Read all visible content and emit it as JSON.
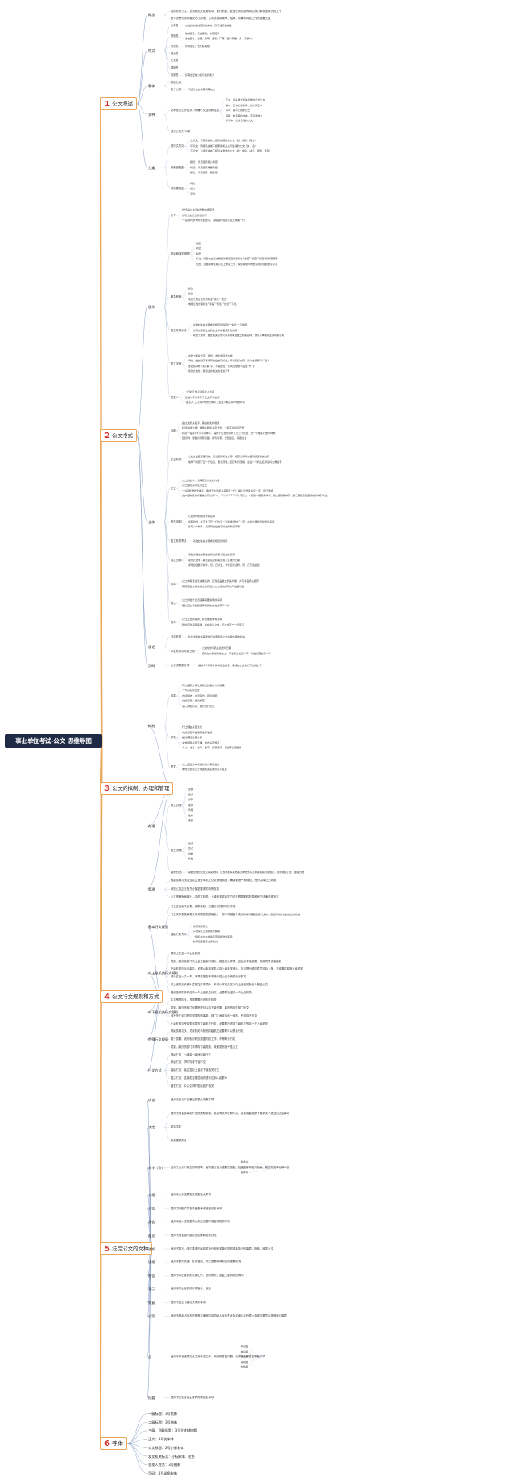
{
  "root_title": "事业单位考试-公文 思维导图",
  "branches": [
    {
      "number": "1",
      "label": "公文概述",
      "items": [
        {
          "label": "概念",
          "children": [
            {
              "text": "党政机关公文，是党政机关实施领导、履行职能、处理公务的具有特定效力和规范体式的文书"
            },
            {
              "text": "是传达贯彻党和国家方针政策，公布法规和规章，指导、布置和商洽工作的重要工具"
            }
          ]
        },
        {
          "label": "特点",
          "children": [
            {
              "text": "公务性",
              "children": [
                "公文是依法制定和发布的，具有法定权威性"
              ]
            },
            {
              "text": "规范性",
              "children": [
                "格式规范；行文规则；办理程序",
                "语言要求：准确、简明、庄重、严谨（语义明确，无一词多义）"
              ]
            },
            {
              "text": "时效性",
              "children": [
                "时间性强；效力有期限"
              ]
            },
            {
              "text": "政治性"
            },
            {
              "text": "工具性"
            },
            {
              "text": "强制性"
            },
            {
              "text": "权威性",
              "children": [
                "具有法定效力和行政约束力"
              ]
            }
          ]
        },
        {
          "label": "载体",
          "children": [
            {
              "text": "纸质公文"
            },
            {
              "text": "电子公文",
              "children": [
                "与纸质公文具有同等效力"
              ]
            }
          ]
        },
        {
          "label": "文种",
          "children": [
            {
              "text": "文种是公文的名称，明确行文目的和性质",
              "children": [
                "正本：加盖发文机关印章的正式公文",
                "副本：正本的复制件，效力同正本",
                "存本：留存归档的公文",
                "草稿：未定稿的文本，不具有效力",
                "修订本：经过修改的公文"
              ]
            },
            {
              "text": "法定公文共15种"
            }
          ]
        },
        {
          "label": "分类",
          "children": [
            {
              "text": "按行文方向",
              "children": [
                "上行文：下级机关向上级机关报送的公文（如：请示、报告）",
                "平行文：同级机关或不相隶属机关之间往来的公文（如：函）",
                "下行文：上级机关向下级机关发送的公文（如：命令、决定、通知、批复）"
              ]
            },
            {
              "text": "按秘密程度",
              "children": [
                "绝密：涉及国家核心秘密",
                "机密：涉及国家重要秘密",
                "秘密：涉及国家一般秘密"
              ]
            },
            {
              "text": "按紧急程度",
              "children": [
                "特急",
                "加急",
                "平件"
              ]
            }
          ]
        }
      ]
    },
    {
      "number": "2",
      "label": "公文格式",
      "items": [
        {
          "label": "版头",
          "children": [
            {
              "text": "份号",
              "children": [
                "份号是公文印制份数的顺序号",
                "涉密公文应当标注份号",
                "一般用6位3号阿拉伯数字，顶格编排在版心左上角第一行"
              ]
            },
            {
              "text": "密级和保密期限",
              "children": [
                "绝密",
                "机密",
                "秘密",
                "标注：涉密公文应当根据涉密程度分别标注“绝密”“机密”“秘密”和保密期限",
                "位置：顶格编排在版心左上角第二行，保密期限中的数字用阿拉伯数字标注"
              ]
            },
            {
              "text": "紧急程度",
              "children": [
                "特急",
                "加急",
                "紧急公文应当分别标注“特急”“加急”",
                "电报应当分别标注“特提”“特急”“加急”“平急”"
              ]
            },
            {
              "text": "发文机关标志",
              "children": [
                "由发文机关全称或者规范化简称加“文件”二字组成",
                "也可以使用发文机关全称或者规范化简称",
                "联合行文时，发文机关标志可以并用联合发文机关名称，也可以单独用主办机关名称"
              ]
            },
            {
              "text": "发文字号",
              "children": [
                "由发文机关代字、年份、发文顺序号组成",
                "年份、发文顺序号用阿拉伯数字标注；年份应标全称，用六角括号“〔〕”括入",
                "发文顺序号不加“第”字，不编虚位，在阿拉伯数字后加“号”字",
                "联合行文时，使用主办机关的发文字号"
              ]
            },
            {
              "text": "签发人",
              "children": [
                "上行文应当标注签发人姓名",
                "签发人平行排列于发文字号右侧",
                "“签发人”三字用3号仿宋体字，签发人姓名用3号楷体字"
              ]
            }
          ]
        },
        {
          "label": "主体",
          "children": [
            {
              "text": "标题",
              "children": [
                "由发文机关名称、事由和文种组成",
                "标题中除法规、规章名称加书名号外，一般不用标点符号",
                "标题一般用2号小标宋体字，编排于红色分隔线下空二行位置，分一行或多行居中排布",
                "回行时，要做到词意完整，排列对称，长短适宜，间距恰当"
              ]
            },
            {
              "text": "主送机关",
              "children": [
                "公文的主要受理机关，应当使用机关全称、规范化简称或者同类型机关统称",
                "编排于标题下空一行位置，居左顶格，回行时仍顶格，最后一个机关名称后标全角冒号"
              ]
            },
            {
              "text": "正文",
              "children": [
                "公文的主体，用来表述公文的内容",
                "公文首页必须显示正文",
                "一般用3号仿宋体字，编排于主送机关名称下一行，每个自然段左空二字，回行顶格",
                "文中结构层次序数依次可以用“一、”“（一）”“1.”“（1）”标注；一般第一层用黑体字、第二层用楷体字、第三层和第四层用仿宋体字标注"
              ]
            },
            {
              "text": "附件说明",
              "children": [
                "公文附件的顺序号和名称",
                "如有附件，在正文下空一行左空二字编排“附件”二字，后标全角冒号和附件名称",
                "如有多个附件，使用阿拉伯数字标注附件顺序号"
              ]
            },
            {
              "text": "发文机关署名",
              "children": [
                "署发文机关全称或者规范化简称"
              ]
            },
            {
              "text": "成文日期",
              "children": [
                "署会议通过或者发文机关负责人签发的日期",
                "联合行文时，署最后签发机关负责人签发的日期",
                "用阿拉伯数字将年、月、日标全，年份应标全称，月、日不编虚位"
              ]
            },
            {
              "text": "印章",
              "children": [
                "公文中有发文机关署名的，应当加盖发文机关印章，并与署名机关相符",
                "有特定发文机关标志的普发性公文和电报可以不加盖印章"
              ]
            },
            {
              "text": "附注",
              "children": [
                "公文印发传达范围等需要说明的事项",
                "居左空二字加圆括号编排在成文日期下一行"
              ]
            },
            {
              "text": "附件",
              "children": [
                "公文正文的说明、补充或者参考资料",
                "附件应当另面编排，并在版记之前，与公文正文一起装订"
              ]
            }
          ]
        },
        {
          "label": "版记",
          "children": [
            {
              "text": "抄送机关",
              "children": [
                "除主送机关外需要执行或者知晓公文内容的其他机关"
              ]
            },
            {
              "text": "印发机关和印发日期",
              "children": [
                "公文的送印机关和送印日期",
                "编排在末条分隔线之上，印发机关左空一字，印发日期右空一字"
              ]
            }
          ]
        },
        {
          "label": "页码",
          "children": [
            {
              "text": "公文页数顺序号",
              "children": [
                "一般用4号半角宋体阿拉伯数字，编排在公文版心下边缘之下"
              ]
            }
          ]
        }
      ]
    },
    {
      "number": "3",
      "label": "公文的拟制、办理和管理",
      "items": [
        {
          "label": "拟制",
          "children": [
            {
              "text": "起草",
              "children": [
                "符合国家法律法规和党的路线方针政策",
                "一切从实际出发",
                "内容简洁，主题突出，观点鲜明",
                "文种正确，格式规范",
                "深入调查研究，充分进行论证"
              ]
            },
            {
              "text": "审核",
              "children": [
                "行文理由是否充分",
                "内容是否符合国家法律法规",
                "是否需经政策协调",
                "文种使用是否正确，格式是否规范",
                "人名、地名、时间、数字、段落顺序、引文等是否准确"
              ]
            },
            {
              "text": "签发",
              "children": [
                "公文应当经本机关负责人审批签发",
                "重要公文和上行文由机关主要负责人签发"
              ]
            }
          ]
        },
        {
          "label": "办理",
          "children": [
            {
              "text": "收文办理",
              "children": [
                "签收",
                "登记",
                "初审",
                "承办",
                "传阅",
                "催办",
                "答复"
              ]
            },
            {
              "text": "发文办理",
              "children": [
                "复核",
                "登记",
                "印制",
                "核发"
              ]
            },
            {
              "text": "整理归档",
              "children": [
                "需要归档的公文及有关材料，应当根据有关档案法律法规以及机关档案管理规定，及时收集齐全、整理归档"
              ]
            }
          ]
        },
        {
          "label": "管理",
          "children": [
            {
              "text": "各级党政机关应当建立健全本机关公文管理制度，确保管理严格规范，充分发挥公文效用"
            },
            {
              "text": "涉密公文应当在符合保密要求的场所存放"
            },
            {
              "text": "公文的撤销和废止，由发文机关、上级机关或者权力机关根据职权范围和有关法律法规决定"
            }
          ]
        }
      ]
    },
    {
      "number": "4",
      "label": "公文行文规则和方式",
      "items": [
        {
          "label": "基本行文规则",
          "children": [
            {
              "text": "行文应当确有必要，讲求实效，注重针对性和可操作性"
            },
            {
              "text": "行文关系根据隶属关系和职权范围确定，一般不得越级行文",
              "children": [
                "特殊情况需要越级行文的，应当同时抄送被越过的机关"
              ]
            },
            {
              "text": "越级行文情况",
              "children": [
                "情况特殊紧急",
                "多次请示上级机关未解决",
                "上级机关交办并指定直接报送的事项",
                "检举控告直接上级机关"
              ]
            }
          ]
        },
        {
          "label": "向上级机关行文规则",
          "children": [
            {
              "text": "原则上主送一个上级机关"
            },
            {
              "text": "党委、政府的部门向上级主管部门请示、报告重大事项，应当经本级党委、政府同意或者授权"
            },
            {
              "text": "下级机关的请示事项，如需以本机关名义向上级机关请示，应当提出倾向性意见后上报，不得原文转报上级机关"
            },
            {
              "text": "请示应当一文一事，不得在报告等非请示性公文中夹带请示事项"
            },
            {
              "text": "除上级机关负责人直接交办事项外，不得以本机关名义向上级机关负责人报送公文"
            },
            {
              "text": "受双重领导的机关向一个上级机关行文，必要时抄送另一个上级机关"
            }
          ]
        },
        {
          "label": "向下级机关行文规则",
          "children": [
            {
              "text": "主送受理机关，根据需要抄送相关机关"
            },
            {
              "text": "党委、政府的部门依据职权可以向下级党委、政府的相关部门行文"
            },
            {
              "text": "涉及多个部门职权范围内的事务，部门之间未协商一致的，不得向下行文"
            },
            {
              "text": "上级机关向受双重领导的下级机关行文，必要时抄送该下级机关的另一个上级机关"
            }
          ]
        },
        {
          "label": "特殊行文规则",
          "children": [
            {
              "text": "同级党政机关、党政机关与其他同级机关必要时可以联合行文"
            },
            {
              "text": "属于党委、政府各自职权范围内的工作，不得联合行文"
            },
            {
              "text": "党委、政府的部门不得向下级党委、政府发布指令性公文"
            }
          ]
        },
        {
          "label": "行文方式",
          "children": [
            {
              "text": "逐级行文：一级接一级地逐级行文"
            },
            {
              "text": "多级行文：同时向若干级行文"
            },
            {
              "text": "越级行文：越过直接上级或下级机关行文"
            },
            {
              "text": "直达行文：直接发至基层组织或传达到人民群众"
            },
            {
              "text": "普发行文：将公文同时发给若干机关"
            }
          ]
        }
      ]
    },
    {
      "number": "5",
      "label": "法定公文的文种",
      "items": [
        {
          "label": "决议",
          "children": [
            {
              "text": "适用于会议讨论通过的重大决策事项"
            }
          ]
        },
        {
          "label": "决定",
          "children": [
            {
              "text": "适用于对重要事项作出决策和部署、奖惩有关单位和人员、变更或者撤销下级机关不适当的决定事项"
            },
            {
              "text": "奖惩决定"
            },
            {
              "text": "变更撤销决定"
            }
          ]
        },
        {
          "label": "命令（令）",
          "children": [
            {
              "text": "适用于公布行政法规和规章、宣布施行重大强制性措施、批准授予和晋升衔级、嘉奖有关单位和人员",
              "children": [
                "发布令",
                "行政令",
                "嘉奖令"
              ]
            }
          ]
        },
        {
          "label": "公报",
          "children": [
            {
              "text": "适用于公布重要决定或者重大事项"
            }
          ]
        },
        {
          "label": "公告",
          "children": [
            {
              "text": "适用于向国内外宣布重要事项或者法定事项"
            }
          ]
        },
        {
          "label": "通告",
          "children": [
            {
              "text": "适用于在一定范围内公布应当遵守或者周知的事项"
            }
          ]
        },
        {
          "label": "意见",
          "children": [
            {
              "text": "适用于对重要问题提出见解和处理办法"
            }
          ]
        },
        {
          "label": "通知",
          "children": [
            {
              "text": "适用于发布、传达要求下级机关执行和有关单位周知或者执行的事项，批转、转发公文"
            }
          ]
        },
        {
          "label": "通报",
          "children": [
            {
              "text": "适用于表彰先进、批评错误、传达重要精神和告知重要情况"
            }
          ]
        },
        {
          "label": "报告",
          "children": [
            {
              "text": "适用于向上级机关汇报工作、反映情况，回复上级机关的询问"
            }
          ]
        },
        {
          "label": "请示",
          "children": [
            {
              "text": "适用于向上级机关请求指示、批准"
            }
          ]
        },
        {
          "label": "批复",
          "children": [
            {
              "text": "适用于答复下级机关请示事项"
            }
          ]
        },
        {
          "label": "议案",
          "children": [
            {
              "text": "适用于各级人民政府按照法律程序向同级人民代表大会或者人民代表大会常务委员会提请审议事项"
            }
          ]
        },
        {
          "label": "函",
          "children": [
            {
              "text": "适用于不相隶属机关之间商洽工作、询问和答复问题、请求批准和答复审批事项",
              "children": [
                "商洽函",
                "询问函",
                "答复函",
                "请批函",
                "告知函"
              ]
            }
          ]
        },
        {
          "label": "纪要",
          "children": [
            {
              "text": "适用于记载会议主要情况和议定事项"
            }
          ]
        }
      ]
    },
    {
      "number": "6",
      "label": "字体",
      "items": [
        {
          "label": "一级标题：3号黑体"
        },
        {
          "label": "二级标题：3号楷体"
        },
        {
          "label": "三级、四级标题：3号仿宋体加粗"
        },
        {
          "label": "正文：3号仿宋体"
        },
        {
          "label": "公文标题：2号小标宋体"
        },
        {
          "label": "发文机关标志：小标宋体，红色"
        },
        {
          "label": "签发人姓名：3号楷体"
        },
        {
          "label": "页码：4号半角宋体"
        }
      ]
    }
  ]
}
